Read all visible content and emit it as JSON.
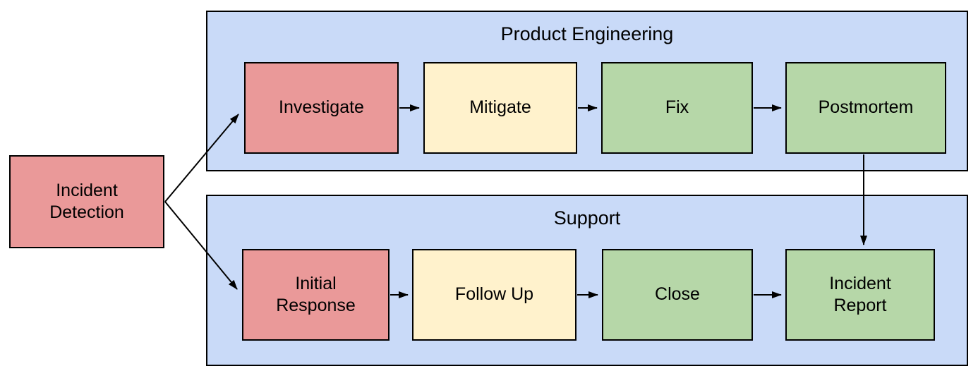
{
  "diagram": {
    "type": "flowchart-swimlanes",
    "start": {
      "label": "Incident Detection",
      "color": "#EA9999"
    },
    "lanes": [
      {
        "title": "Product Engineering",
        "steps": [
          {
            "label": "Investigate",
            "color": "#EA9999"
          },
          {
            "label": "Mitigate",
            "color": "#FFF2CC"
          },
          {
            "label": "Fix",
            "color": "#B6D7A8"
          },
          {
            "label": "Postmortem",
            "color": "#B6D7A8"
          }
        ]
      },
      {
        "title": "Support",
        "steps": [
          {
            "label": "Initial Response",
            "color": "#EA9999"
          },
          {
            "label": "Follow Up",
            "color": "#FFF2CC"
          },
          {
            "label": "Close",
            "color": "#B6D7A8"
          },
          {
            "label": "Incident Report",
            "color": "#B6D7A8"
          }
        ]
      }
    ],
    "edges": [
      {
        "from": "Incident Detection",
        "to": "Investigate"
      },
      {
        "from": "Incident Detection",
        "to": "Initial Response"
      },
      {
        "from": "Investigate",
        "to": "Mitigate"
      },
      {
        "from": "Mitigate",
        "to": "Fix"
      },
      {
        "from": "Fix",
        "to": "Postmortem"
      },
      {
        "from": "Postmortem",
        "to": "Incident Report"
      },
      {
        "from": "Initial Response",
        "to": "Follow Up"
      },
      {
        "from": "Follow Up",
        "to": "Close"
      },
      {
        "from": "Close",
        "to": "Incident Report"
      }
    ],
    "colors": {
      "lane_fill": "#C9DAF8",
      "step_red": "#EA9999",
      "step_yellow": "#FFF2CC",
      "step_green": "#B6D7A8",
      "border": "#000000",
      "background": "#FFFFFF",
      "text": "#000000"
    }
  }
}
